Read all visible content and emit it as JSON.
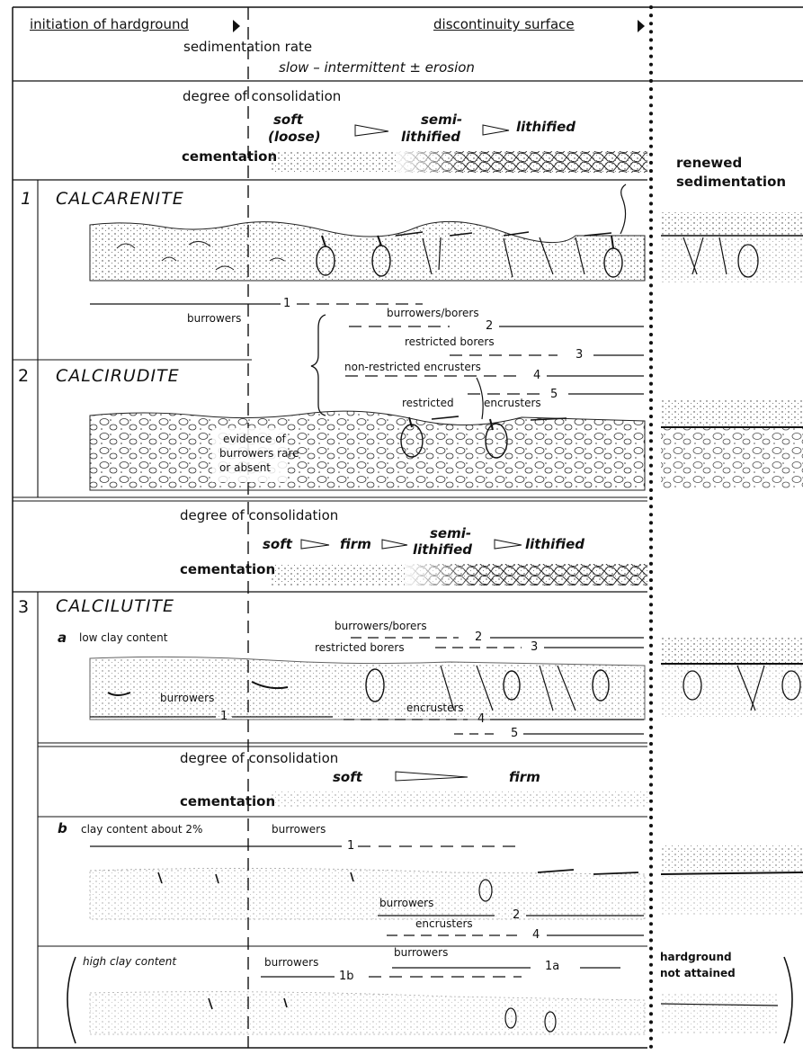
{
  "header": {
    "initiation": "initiation of hardground",
    "discontinuity": "discontinuity surface",
    "sed_rate_label": "sedimentation rate",
    "sed_rate_value": "slow – intermittent ± erosion"
  },
  "consolidation_top": {
    "label": "degree of consolidation",
    "soft": "soft",
    "loose": "(loose)",
    "semi": "semi-",
    "lithified": "lithified",
    "lithified_final": "lithified",
    "cementation": "cementation"
  },
  "renewed": [
    "renewed",
    "sedimentation"
  ],
  "section1": {
    "num": "1",
    "title": "CALCARENITE",
    "burrowers": "burrowers",
    "line1": "1",
    "bb": "burrowers/borers",
    "line2": "2",
    "rb": "restricted borers",
    "line3": "3",
    "nre": "non-restricted encrusters",
    "line4": "4",
    "restricted": "restricted",
    "encrusters": "encrusters",
    "line5": "5"
  },
  "section2": {
    "num": "2",
    "title": "CALCIRUDITE",
    "evidence": [
      "evidence of",
      "burrowers rare",
      "or absent"
    ]
  },
  "consolidation_mid": {
    "label": "degree of consolidation",
    "soft": "soft",
    "firm": "firm",
    "semi": "semi-",
    "lithified": "lithified",
    "lithified_final": "lithified",
    "cementation": "cementation"
  },
  "section3": {
    "num": "3",
    "title": "CALCILUTITE",
    "a_letter": "a",
    "a_label": "low clay content",
    "bb": "burrowers/borers",
    "line2": "2",
    "rb": "restricted borers",
    "line3": "3",
    "burrowers": "burrowers",
    "line1": "1",
    "encrusters": "encrusters",
    "line4": "4",
    "line5": "5"
  },
  "consolidation_low": {
    "label": "degree of consolidation",
    "soft": "soft",
    "firm": "firm",
    "cementation": "cementation"
  },
  "section3b": {
    "letter": "b",
    "label": "clay content about 2%",
    "burrowers_top": "burrowers",
    "line1": "1",
    "burrowers": "burrowers",
    "line2": "2",
    "encrusters": "encrusters",
    "line4": "4"
  },
  "section3c": {
    "label": "high clay content",
    "burrowers_left": "burrowers",
    "burrowers_right": "burrowers",
    "line1b": "1b",
    "line1a": "1a",
    "not_attained": [
      "hardground",
      "not attained"
    ]
  }
}
